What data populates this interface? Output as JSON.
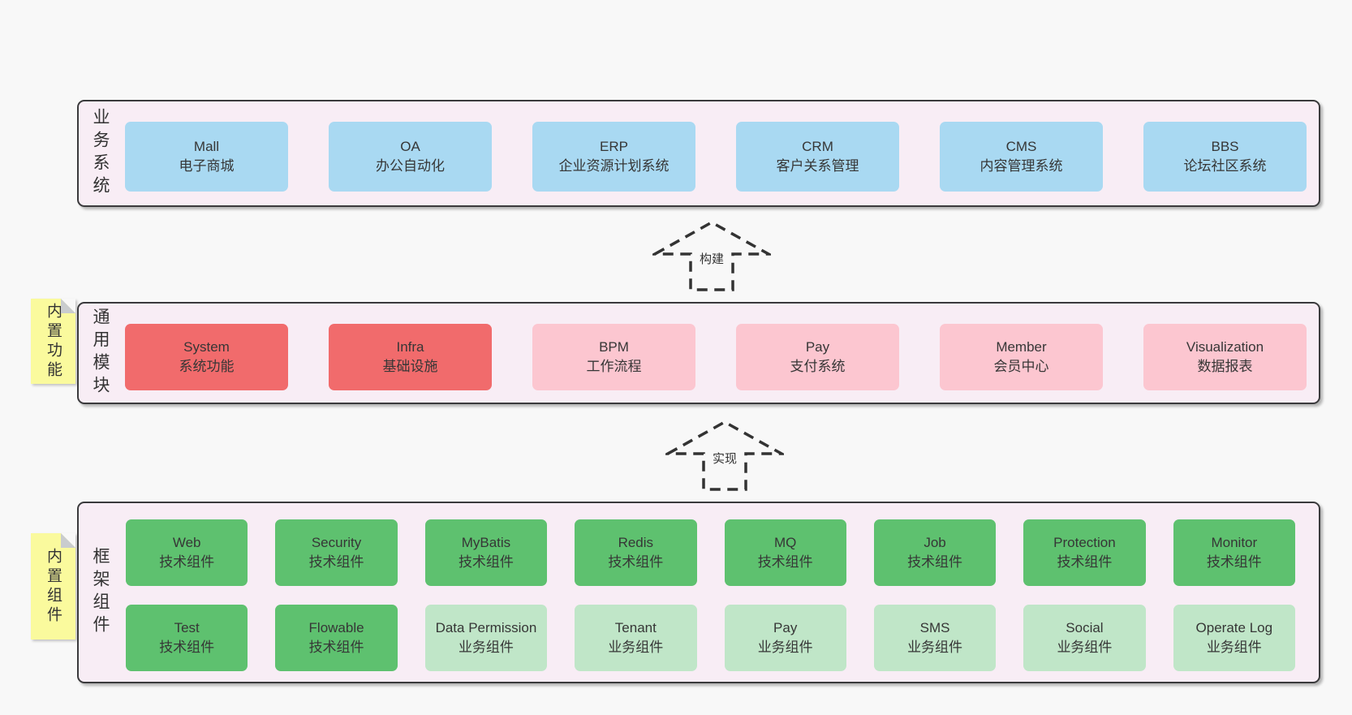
{
  "diagram": {
    "arrows": {
      "build": "构建",
      "implement": "实现"
    },
    "layers": {
      "business": {
        "label": "业务系统",
        "boxes": [
          {
            "name": "Mall",
            "desc": "电子商城"
          },
          {
            "name": "OA",
            "desc": "办公自动化"
          },
          {
            "name": "ERP",
            "desc": "企业资源计划系统"
          },
          {
            "name": "CRM",
            "desc": "客户关系管理"
          },
          {
            "name": "CMS",
            "desc": "内容管理系统"
          },
          {
            "name": "BBS",
            "desc": "论坛社区系统"
          }
        ]
      },
      "modules": {
        "label": "通用模块",
        "note": "内置功能",
        "boxes": [
          {
            "name": "System",
            "desc": "系统功能",
            "variant": "red"
          },
          {
            "name": "Infra",
            "desc": "基础设施",
            "variant": "red"
          },
          {
            "name": "BPM",
            "desc": "工作流程",
            "variant": "pink"
          },
          {
            "name": "Pay",
            "desc": "支付系统",
            "variant": "pink"
          },
          {
            "name": "Member",
            "desc": "会员中心",
            "variant": "pink"
          },
          {
            "name": "Visualization",
            "desc": "数据报表",
            "variant": "pink"
          }
        ]
      },
      "components": {
        "label": "框架组件",
        "note": "内置组件",
        "row1": [
          {
            "name": "Web",
            "desc": "技术组件",
            "variant": "green"
          },
          {
            "name": "Security",
            "desc": "技术组件",
            "variant": "green"
          },
          {
            "name": "MyBatis",
            "desc": "技术组件",
            "variant": "green"
          },
          {
            "name": "Redis",
            "desc": "技术组件",
            "variant": "green"
          },
          {
            "name": "MQ",
            "desc": "技术组件",
            "variant": "green"
          },
          {
            "name": "Job",
            "desc": "技术组件",
            "variant": "green"
          },
          {
            "name": "Protection",
            "desc": "技术组件",
            "variant": "green"
          },
          {
            "name": "Monitor",
            "desc": "技术组件",
            "variant": "green"
          }
        ],
        "row2": [
          {
            "name": "Test",
            "desc": "技术组件",
            "variant": "green"
          },
          {
            "name": "Flowable",
            "desc": "技术组件",
            "variant": "green"
          },
          {
            "name": "Data Permission",
            "desc": "业务组件",
            "variant": "light-green"
          },
          {
            "name": "Tenant",
            "desc": "业务组件",
            "variant": "light-green"
          },
          {
            "name": "Pay",
            "desc": "业务组件",
            "variant": "light-green"
          },
          {
            "name": "SMS",
            "desc": "业务组件",
            "variant": "light-green"
          },
          {
            "name": "Social",
            "desc": "业务组件",
            "variant": "light-green"
          },
          {
            "name": "Operate Log",
            "desc": "业务组件",
            "variant": "light-green"
          }
        ]
      }
    },
    "colors": {
      "blue_box": "#a9d9f2",
      "red_box": "#f16b6c",
      "pink_box": "#fcc6d0",
      "green_box": "#5ec16f",
      "light_green_box": "#c0e6c8",
      "container_fill": "#f8edf5",
      "note_fill": "#fafa9d",
      "background": "#f8f8f8",
      "stroke": "#3a3a3c"
    }
  }
}
